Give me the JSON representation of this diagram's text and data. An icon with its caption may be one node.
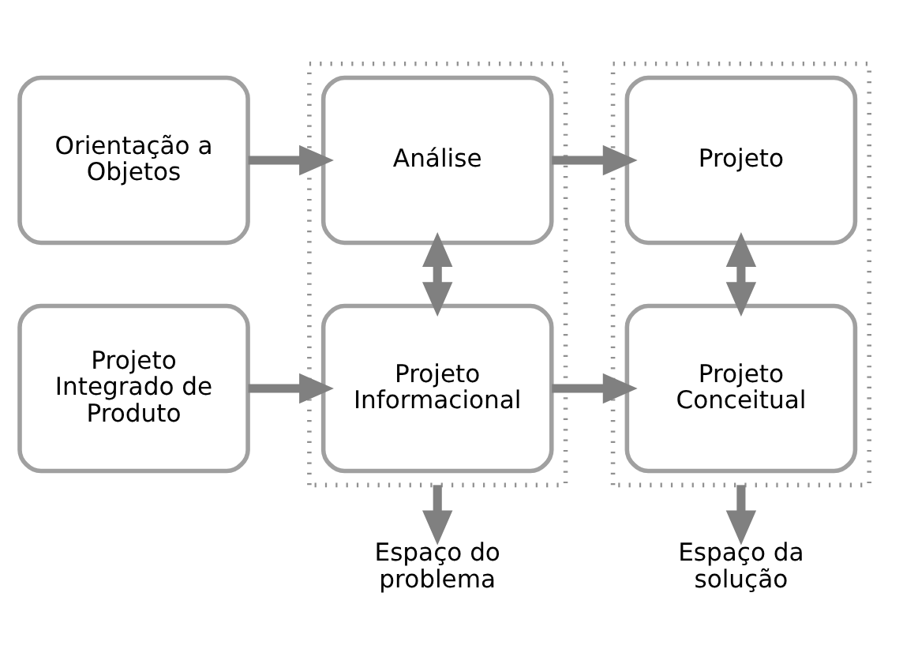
{
  "diagram": {
    "nodes": [
      {
        "text": [
          "Orientação a Objetos"
        ]
      },
      {
        "text": [],
        "shape": "box"
      },
      {
        "text": [
          "Análise"
        ],
        "in": 1
      },
      {
        "text": [],
        "shape": "box"
      },
      {
        "text": [
          "Projeto"
        ],
        "in": 3
      },
      {
        "text": [
          "Projeto Integrado de Produto"
        ]
      },
      {
        "text": [
          "Projeto Informacional"
        ],
        "in": 1
      },
      {
        "text": [
          "Projeto Conceitual"
        ],
        "in": 3
      },
      {
        "text": [
          "Espaço do problema"
        ]
      },
      {
        "text": [
          "Espaço da solução"
        ]
      }
    ],
    "edges": [
      {
        "from": 0,
        "to": 2,
        "arrow": "to"
      },
      {
        "from": 2,
        "to": 4,
        "arrow": "to"
      },
      {
        "from": 2,
        "to": 6,
        "arrow": "both"
      },
      {
        "from": 4,
        "to": 7,
        "arrow": "both"
      },
      {
        "from": 5,
        "to": 6,
        "arrow": "to"
      },
      {
        "from": 6,
        "to": 7,
        "arrow": "to"
      },
      {
        "from": 1,
        "to": 8,
        "arrow": "to"
      },
      {
        "from": 3,
        "to": 9,
        "arrow": "to"
      }
    ]
  }
}
